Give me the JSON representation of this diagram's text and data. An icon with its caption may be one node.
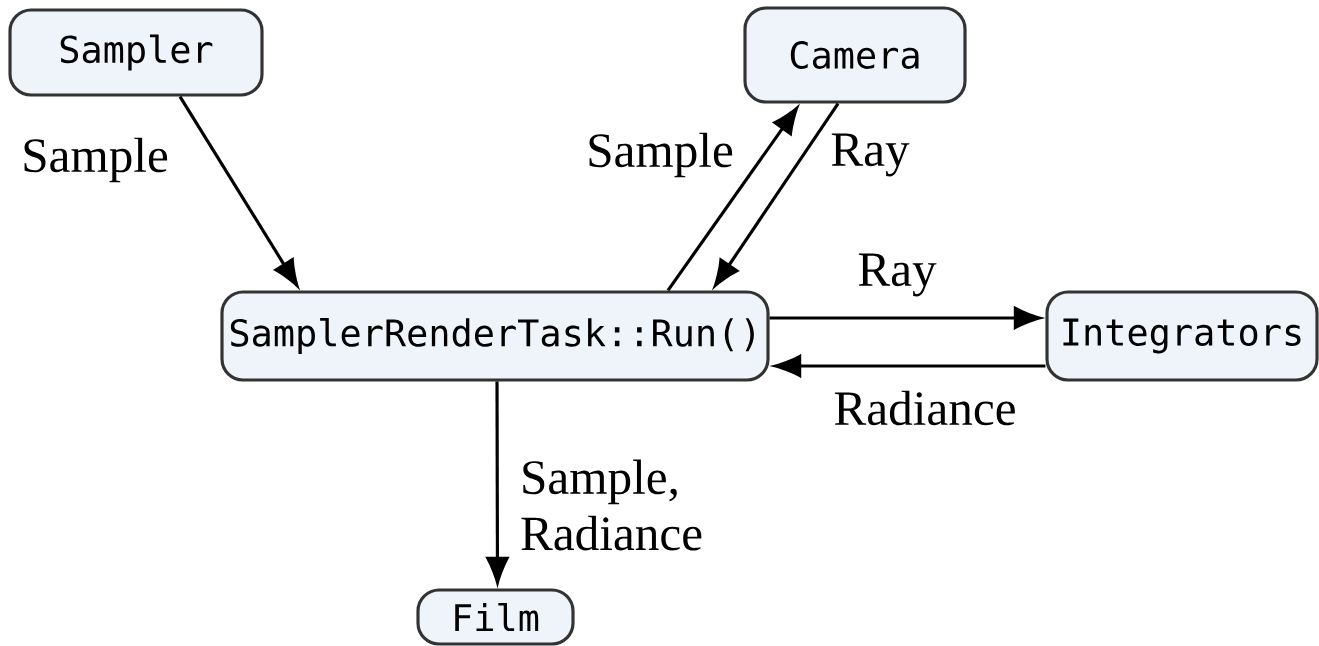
{
  "diagram": {
    "nodes": [
      {
        "text": [
          "Sampler"
        ]
      },
      {
        "text": [
          "Camera"
        ]
      },
      {
        "text": [
          "SamplerRenderTask::Run()"
        ]
      },
      {
        "text": [
          "Integrators"
        ]
      },
      {
        "text": [
          "Film"
        ]
      }
    ],
    "edges": [
      {
        "from": 0,
        "to": 2,
        "arrow": "to",
        "label": "Sample"
      },
      {
        "from": 2,
        "to": 1,
        "arrow": "to",
        "label": "Sample"
      },
      {
        "from": 1,
        "to": 2,
        "arrow": "to",
        "label": "Ray"
      },
      {
        "from": 2,
        "to": 3,
        "arrow": "to",
        "label": "Ray"
      },
      {
        "from": 3,
        "to": 2,
        "arrow": "to",
        "label": "Radiance"
      },
      {
        "from": 2,
        "to": 4,
        "arrow": "to",
        "label": "Sample, Radiance"
      }
    ]
  }
}
